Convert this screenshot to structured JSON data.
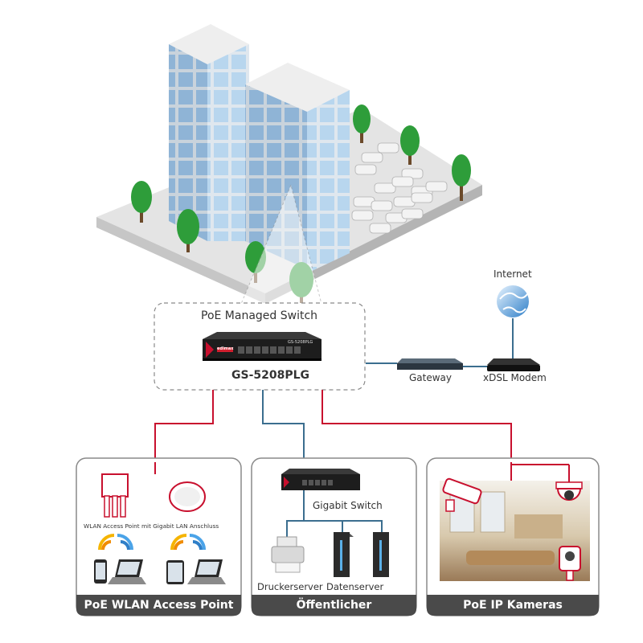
{
  "switch_box": {
    "title": "PoE Managed Switch",
    "model": "GS-5208PLG",
    "device_label": "GS-5208PLG",
    "brand": "edimax"
  },
  "internet": {
    "label": "Internet"
  },
  "gateway": {
    "label": "Gateway"
  },
  "modem": {
    "label": "xDSL Modem"
  },
  "panels": [
    {
      "title": "PoE WLAN Access Point",
      "caption": "WLAN Access Point mit Gigabit LAN Anschluss"
    },
    {
      "title": "Öffentlicher Gruppenserver",
      "switch_label": "Gigabit Switch",
      "printserver": "Druckerserver",
      "dataserver": "Datenserver"
    },
    {
      "title": "PoE IP Kameras"
    }
  ],
  "colors": {
    "poe_line": "#c8102e",
    "data_line": "#3b6e8f",
    "panel_bar": "#4a4a4a",
    "panel_border": "#8a8a8a"
  }
}
